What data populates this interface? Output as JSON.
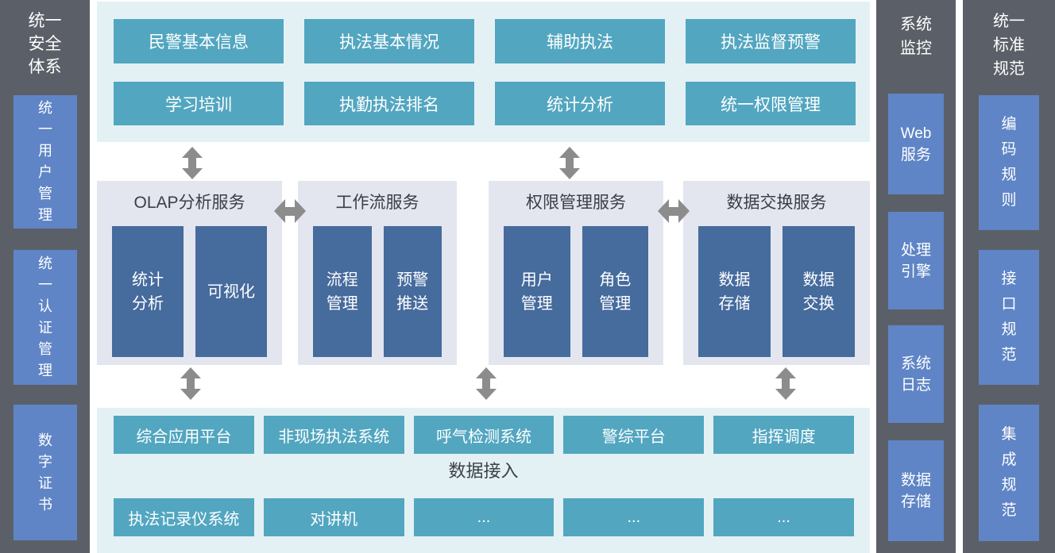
{
  "colors": {
    "column_bg": "#5b6068",
    "pill_blue": "#5f85c6",
    "teal_box": "#52a6c0",
    "dark_blue_box": "#466b9d",
    "top_section_bg": "#e4f1f4",
    "group_bg": "#e3e6ef",
    "arrow_gray": "#8c8c8c",
    "dark_text": "#3b3e45"
  },
  "left_sidebar": {
    "title": "统一安全体系",
    "items": [
      "统一用户管理",
      "统一认证管理",
      "数字证书"
    ]
  },
  "app_layer": {
    "rows": [
      [
        "民警基本信息",
        "执法基本情况",
        "辅助执法",
        "执法监督预警"
      ],
      [
        "学习培训",
        "执勤执法排名",
        "统计分析",
        "统一权限管理"
      ]
    ]
  },
  "service_layer": {
    "groups": [
      {
        "title": "OLAP分析服务",
        "items": [
          "统计\n分析",
          "可视化"
        ]
      },
      {
        "title": "工作流服务",
        "items": [
          "流程\n管理",
          "预警\n推送"
        ]
      },
      {
        "title": "权限管理服务",
        "items": [
          "用户\n管理",
          "角色\n管理"
        ]
      },
      {
        "title": "数据交换服务",
        "items": [
          "数据\n存储",
          "数据\n交换"
        ]
      }
    ]
  },
  "access_layer": {
    "row1": [
      "综合应用平台",
      "非现场执法系统",
      "呼气检测系统",
      "警综平台",
      "指挥调度"
    ],
    "label": "数据接入",
    "row2": [
      "执法记录仪系统",
      "对讲机",
      "...",
      "...",
      "..."
    ]
  },
  "monitor_column": {
    "title": "系统监控",
    "items": [
      "Web\n服务",
      "处理\n引擎",
      "系统\n日志",
      "数据\n存储"
    ]
  },
  "standards_column": {
    "title": "统一标准规范",
    "items": [
      "编码规则",
      "接口规范",
      "集成规范"
    ]
  }
}
